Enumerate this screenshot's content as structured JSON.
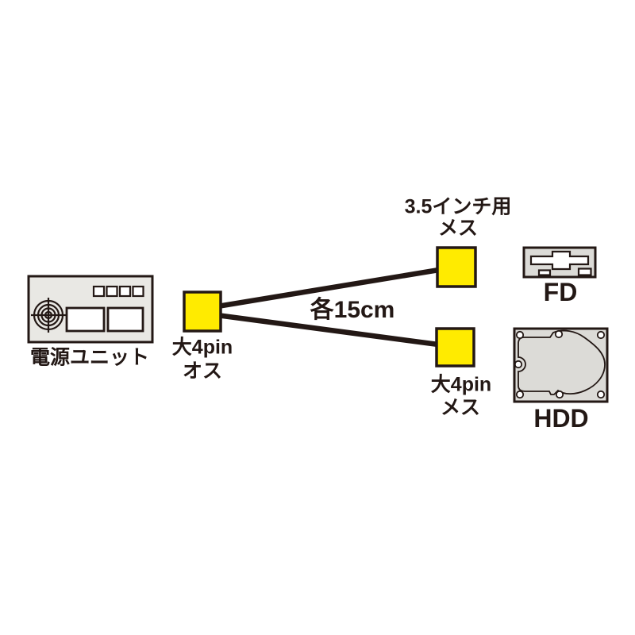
{
  "colors": {
    "background": "#ffffff",
    "line": "#231815",
    "connector_yellow": "#ffeb00",
    "psu_gray": "#e9e8e4",
    "device_gray": "#dcdbd7"
  },
  "diagram": {
    "power_supply": {
      "label": "電源ユニット"
    },
    "male_connector": {
      "label_line1": "大4pin",
      "label_line2": "オス"
    },
    "cable": {
      "length_label": "各15cm"
    },
    "fd_branch": {
      "connector_label_line1": "3.5インチ用",
      "connector_label_line2": "メス",
      "device_label": "FD"
    },
    "hdd_branch": {
      "connector_label_line1": "大4pin",
      "connector_label_line2": "メス",
      "device_label": "HDD"
    }
  }
}
